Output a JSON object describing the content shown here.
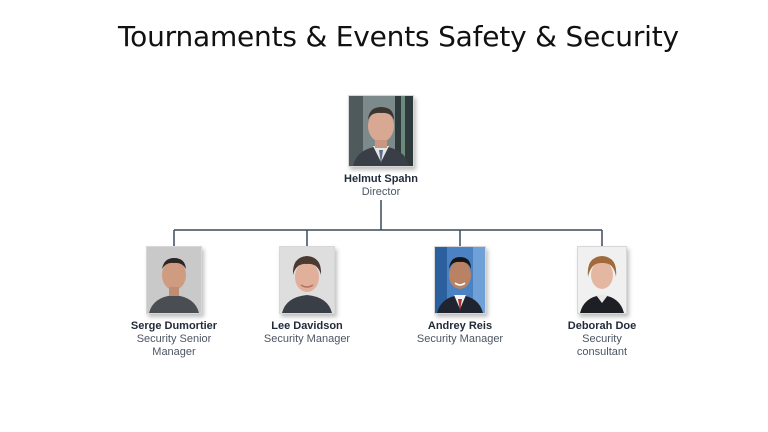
{
  "slide": {
    "title": "Tournaments & Events Safety & Security"
  },
  "org_chart": {
    "root": {
      "name": "Helmut Spahn",
      "role": "Director"
    },
    "children": [
      {
        "name": "Serge Dumortier",
        "role": "Security Senior Manager"
      },
      {
        "name": "Lee Davidson",
        "role": "Security Manager"
      },
      {
        "name": "Andrey Reis",
        "role": "Security Manager"
      },
      {
        "name": "Deborah Doe",
        "role": "Security consultant"
      }
    ]
  },
  "colors": {
    "connector": "#3c4a5c",
    "name_text": "#222b3a",
    "role_text": "#4d5663"
  }
}
